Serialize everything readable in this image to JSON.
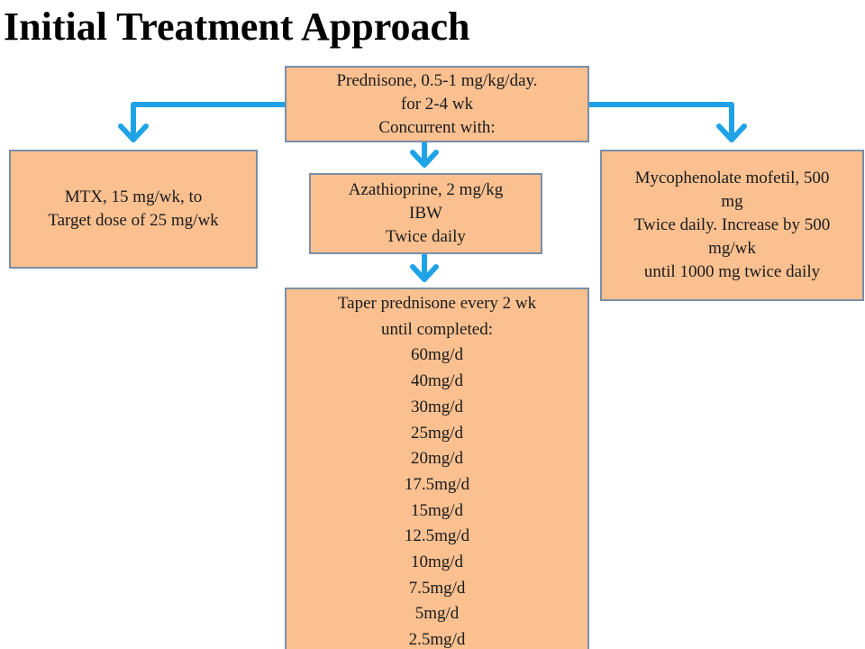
{
  "title": "Initial Treatment Approach",
  "colors": {
    "box_fill": "#fac090",
    "box_border": "#7b8fa6",
    "arrow": "#1fa3e6"
  },
  "boxes": {
    "top": {
      "lines": [
        "Prednisone, 0.5-1 mg/kg/day.",
        "for 2-4 wk",
        "Concurrent with:"
      ]
    },
    "left": {
      "lines": [
        "MTX, 15 mg/wk, to",
        "Target dose of 25 mg/wk"
      ]
    },
    "middle": {
      "lines": [
        "Azathioprine, 2 mg/kg",
        "IBW",
        "Twice daily"
      ]
    },
    "right": {
      "lines": [
        "Mycophenolate mofetil, 500",
        "mg",
        "Twice daily. Increase by 500",
        "mg/wk",
        "until 1000 mg twice daily"
      ]
    },
    "taper": {
      "lines": [
        "Taper prednisone every 2 wk",
        "until completed:",
        "60mg/d",
        "40mg/d",
        "30mg/d",
        "25mg/d",
        "20mg/d",
        "17.5mg/d",
        "15mg/d",
        "12.5mg/d",
        "10mg/d",
        "7.5mg/d",
        "5mg/d",
        "2.5mg/d"
      ]
    }
  }
}
